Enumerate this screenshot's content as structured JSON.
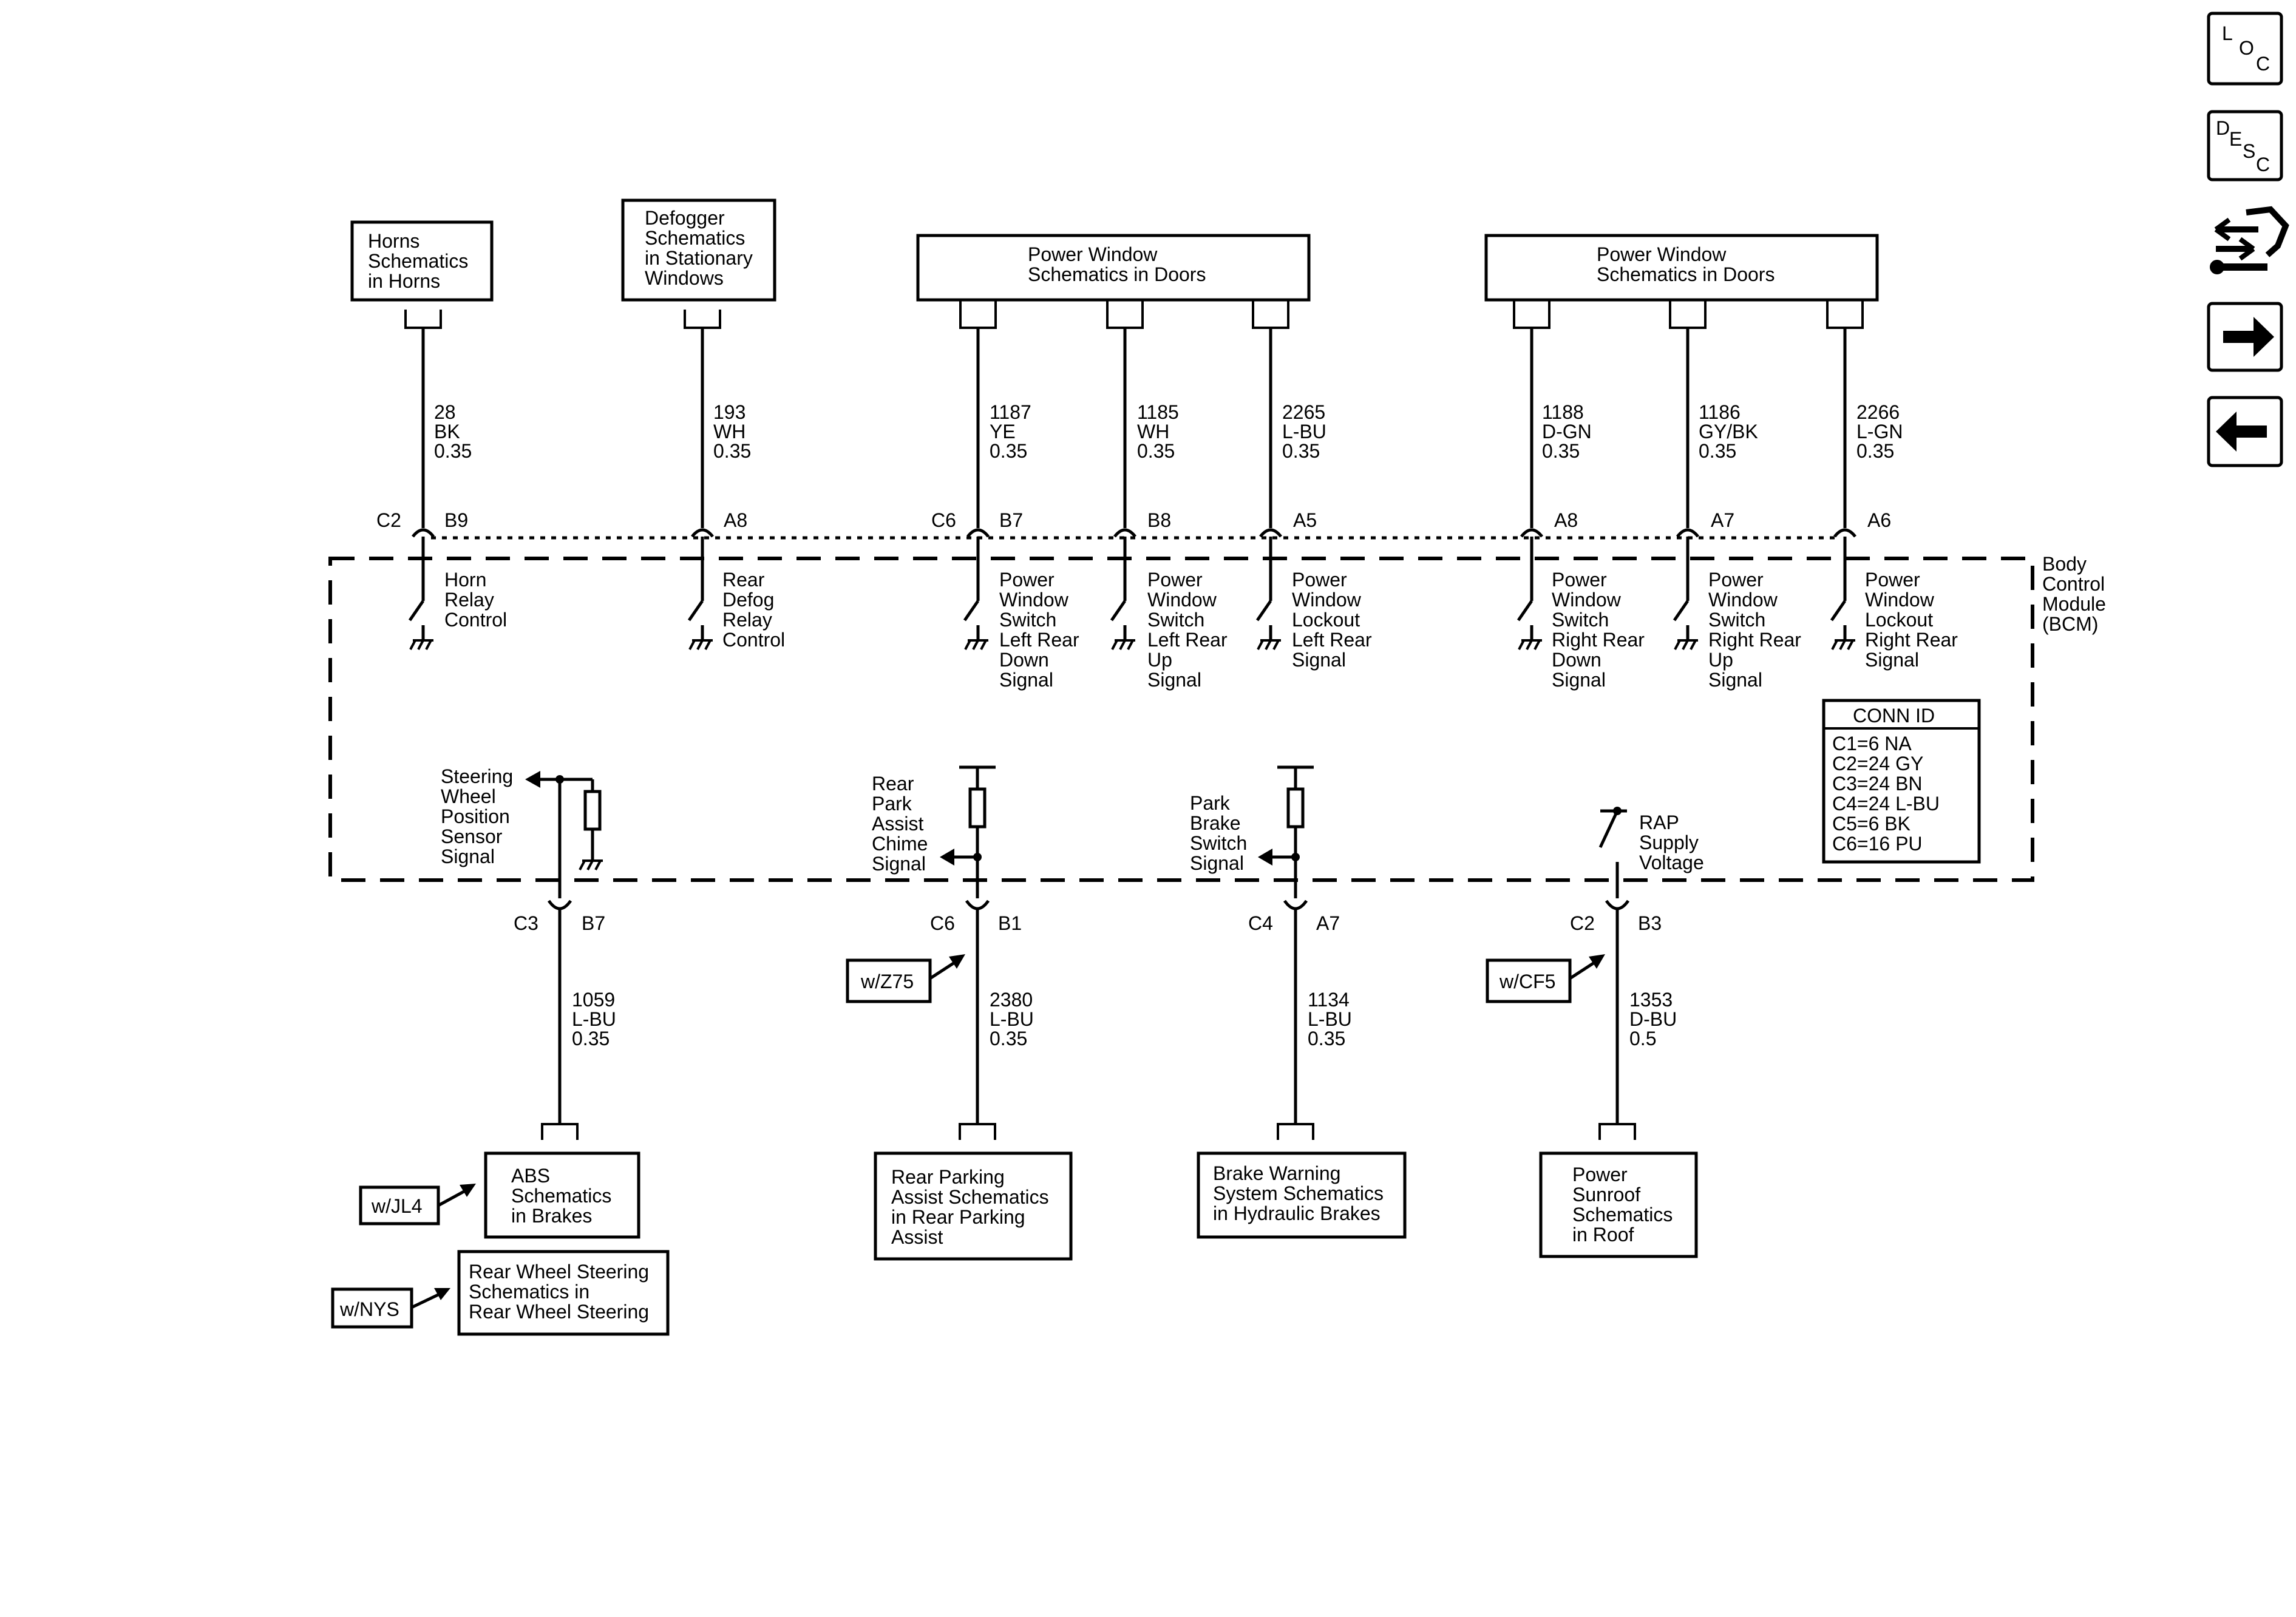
{
  "nav": {
    "loc_letters": [
      "L",
      "O",
      "C"
    ],
    "desc_letters": [
      "D",
      "E",
      "S",
      "C"
    ],
    "icons": [
      "loc-icon",
      "desc-icon",
      "connector-wrench-icon",
      "arrow-right-icon",
      "arrow-left-icon"
    ]
  },
  "top_modules": {
    "horns": [
      "Horns",
      "Schematics",
      "in Horns"
    ],
    "defogger": [
      "Defogger",
      "Schematics",
      "in Stationary",
      "Windows"
    ],
    "pw_left": [
      "Power Window",
      "Schematics in Doors"
    ],
    "pw_right": [
      "Power Window",
      "Schematics in Doors"
    ]
  },
  "top_circuits": [
    {
      "circuit": "28",
      "color": "BK",
      "gauge": "0.35",
      "conn": "C2",
      "pin": "B9",
      "label": [
        "Horn",
        "Relay",
        "Control"
      ]
    },
    {
      "circuit": "193",
      "color": "WH",
      "gauge": "0.35",
      "conn": "",
      "pin": "A8",
      "label": [
        "Rear",
        "Defog",
        "Relay",
        "Control"
      ]
    },
    {
      "circuit": "1187",
      "color": "YE",
      "gauge": "0.35",
      "conn": "C6",
      "pin": "B7",
      "label": [
        "Power",
        "Window",
        "Switch",
        "Left Rear",
        "Down",
        "Signal"
      ]
    },
    {
      "circuit": "1185",
      "color": "WH",
      "gauge": "0.35",
      "conn": "",
      "pin": "B8",
      "label": [
        "Power",
        "Window",
        "Switch",
        "Left Rear",
        "Up",
        "Signal"
      ]
    },
    {
      "circuit": "2265",
      "color": "L-BU",
      "gauge": "0.35",
      "conn": "",
      "pin": "A5",
      "label": [
        "Power",
        "Window",
        "Lockout",
        "Left Rear",
        "Signal"
      ]
    },
    {
      "circuit": "1188",
      "color": "D-GN",
      "gauge": "0.35",
      "conn": "",
      "pin": "A8",
      "label": [
        "Power",
        "Window",
        "Switch",
        "Right Rear",
        "Down",
        "Signal"
      ]
    },
    {
      "circuit": "1186",
      "color": "GY/BK",
      "gauge": "0.35",
      "conn": "",
      "pin": "A7",
      "label": [
        "Power",
        "Window",
        "Switch",
        "Right Rear",
        "Up",
        "Signal"
      ]
    },
    {
      "circuit": "2266",
      "color": "L-GN",
      "gauge": "0.35",
      "conn": "",
      "pin": "A6",
      "label": [
        "Power",
        "Window",
        "Lockout",
        "Right Rear",
        "Signal"
      ]
    }
  ],
  "module": {
    "name": [
      "Body",
      "Control",
      "Module",
      "(BCM)"
    ],
    "conn_id": {
      "title": "CONN ID",
      "rows": [
        "C1=6 NA",
        "C2=24 GY",
        "C3=24 BN",
        "C4=24 L-BU",
        "C5=6 BK",
        "C6=16 PU"
      ]
    }
  },
  "bottom_circuits": [
    {
      "circuit": "1059",
      "color": "L-BU",
      "gauge": "0.35",
      "conn": "C3",
      "pin": "B7",
      "label": [
        "Steering",
        "Wheel",
        "Position",
        "Sensor",
        "Signal"
      ]
    },
    {
      "circuit": "2380",
      "color": "L-BU",
      "gauge": "0.35",
      "conn": "C6",
      "pin": "B1",
      "label": [
        "Rear",
        "Park",
        "Assist",
        "Chime",
        "Signal"
      ]
    },
    {
      "circuit": "1134",
      "color": "L-BU",
      "gauge": "0.35",
      "conn": "C4",
      "pin": "A7",
      "label": [
        "Park",
        "Brake",
        "Switch",
        "Signal"
      ]
    },
    {
      "circuit": "1353",
      "color": "D-BU",
      "gauge": "0.5",
      "conn": "C2",
      "pin": "B3",
      "label": [
        "RAP",
        "Supply",
        "Voltage"
      ]
    }
  ],
  "options": {
    "z75": "w/Z75",
    "cf5": "w/CF5",
    "jl4": "w/JL4",
    "nys": "w/NYS"
  },
  "bottom_modules": {
    "abs": [
      "ABS",
      "Schematics",
      "in Brakes"
    ],
    "rws": [
      "Rear Wheel Steering",
      "Schematics in",
      "Rear Wheel Steering"
    ],
    "rpa": [
      "Rear Parking",
      "Assist Schematics",
      "in Rear Parking",
      "Assist"
    ],
    "brake": [
      "Brake Warning",
      "System Schematics",
      "in Hydraulic Brakes"
    ],
    "sunroof": [
      "Power",
      "Sunroof",
      "Schematics",
      "in Roof"
    ]
  }
}
